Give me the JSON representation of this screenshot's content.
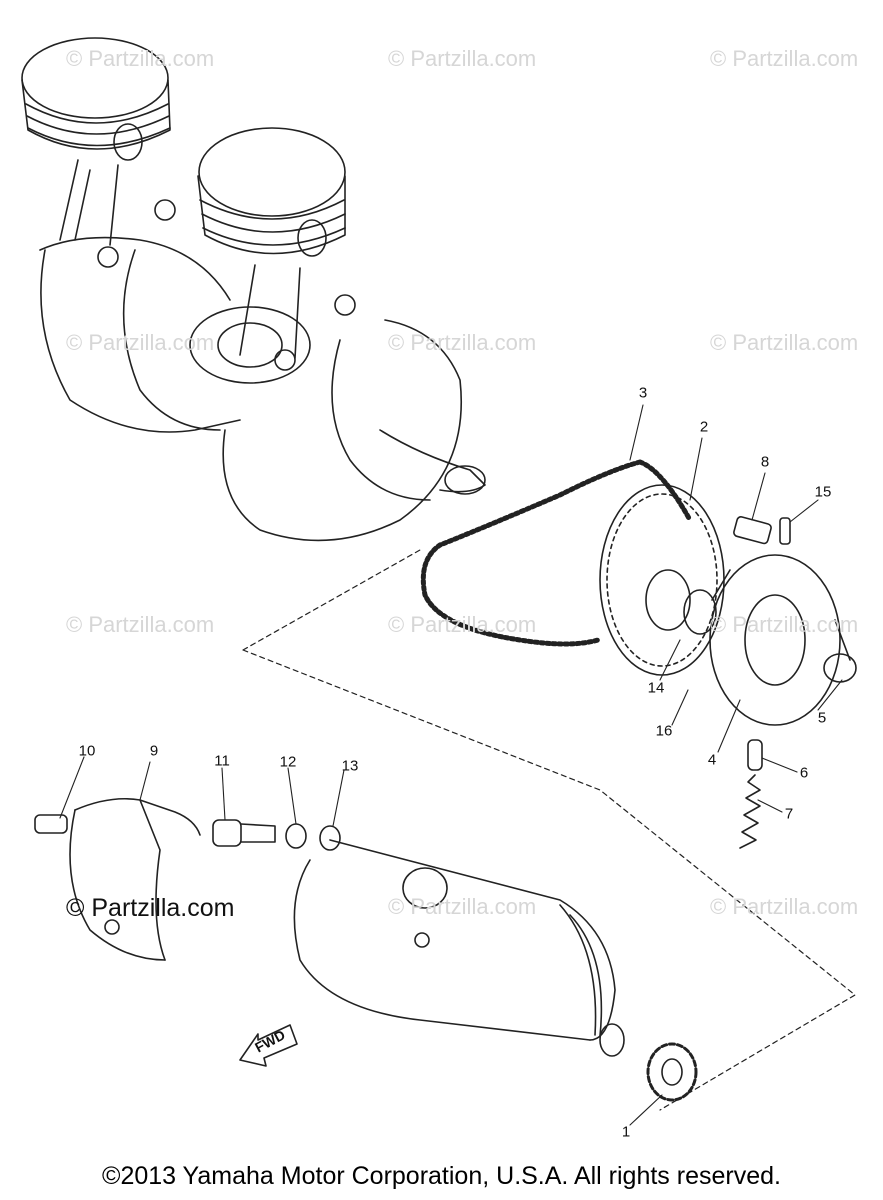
{
  "watermark_text": "© Partzilla.com",
  "watermark_dark": "© Partzilla.com",
  "copyright": "©2013  Yamaha Motor Corporation, U.S.A. All rights reserved.",
  "fwd_label": "FWD",
  "callouts": [
    "1",
    "2",
    "3",
    "4",
    "5",
    "6",
    "7",
    "8",
    "9",
    "10",
    "11",
    "12",
    "13",
    "14",
    "15",
    "16"
  ]
}
